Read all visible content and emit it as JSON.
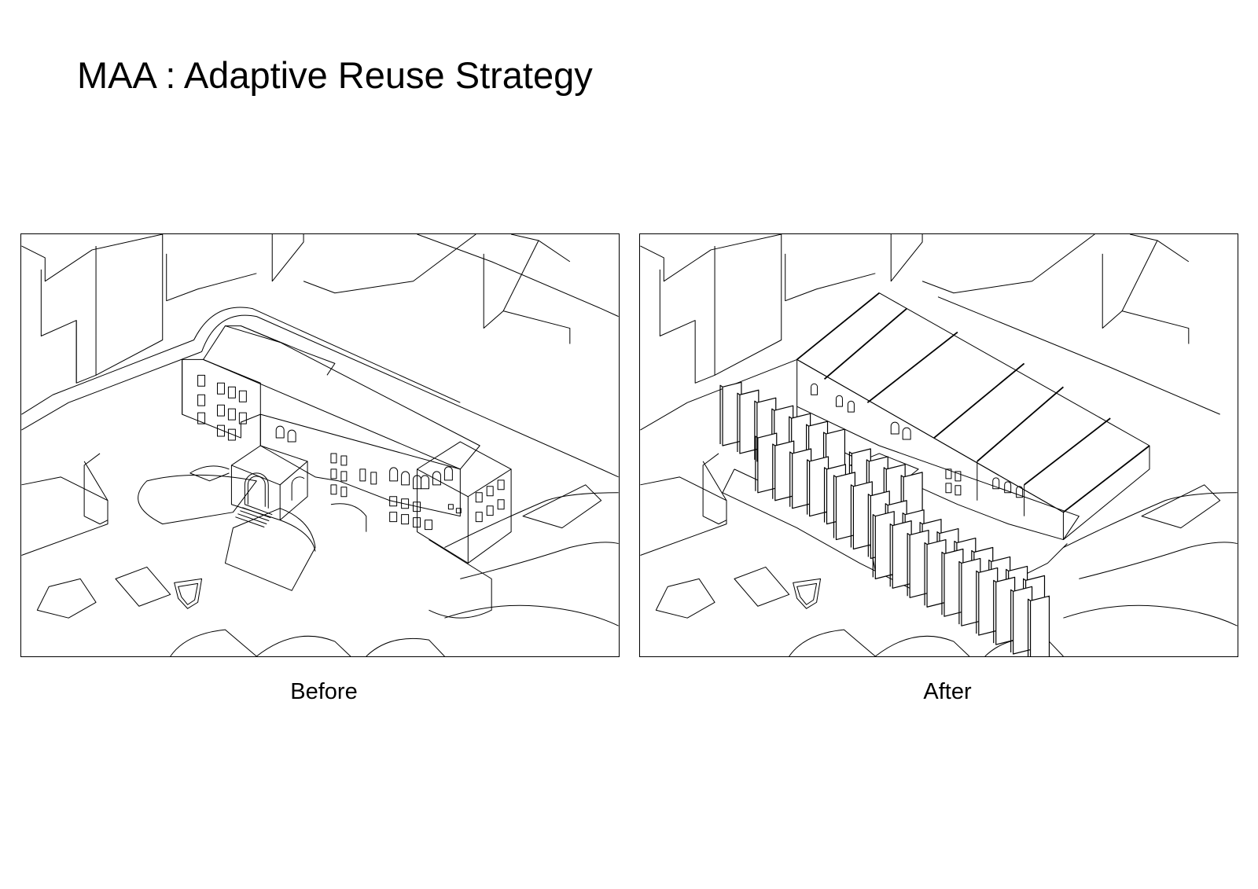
{
  "title": "MAA : Adaptive Reuse Strategy",
  "panels": [
    {
      "id": "before",
      "caption": "Before"
    },
    {
      "id": "after",
      "caption": "After"
    }
  ],
  "colors": {
    "ink": "#000000",
    "paper": "#ffffff"
  }
}
